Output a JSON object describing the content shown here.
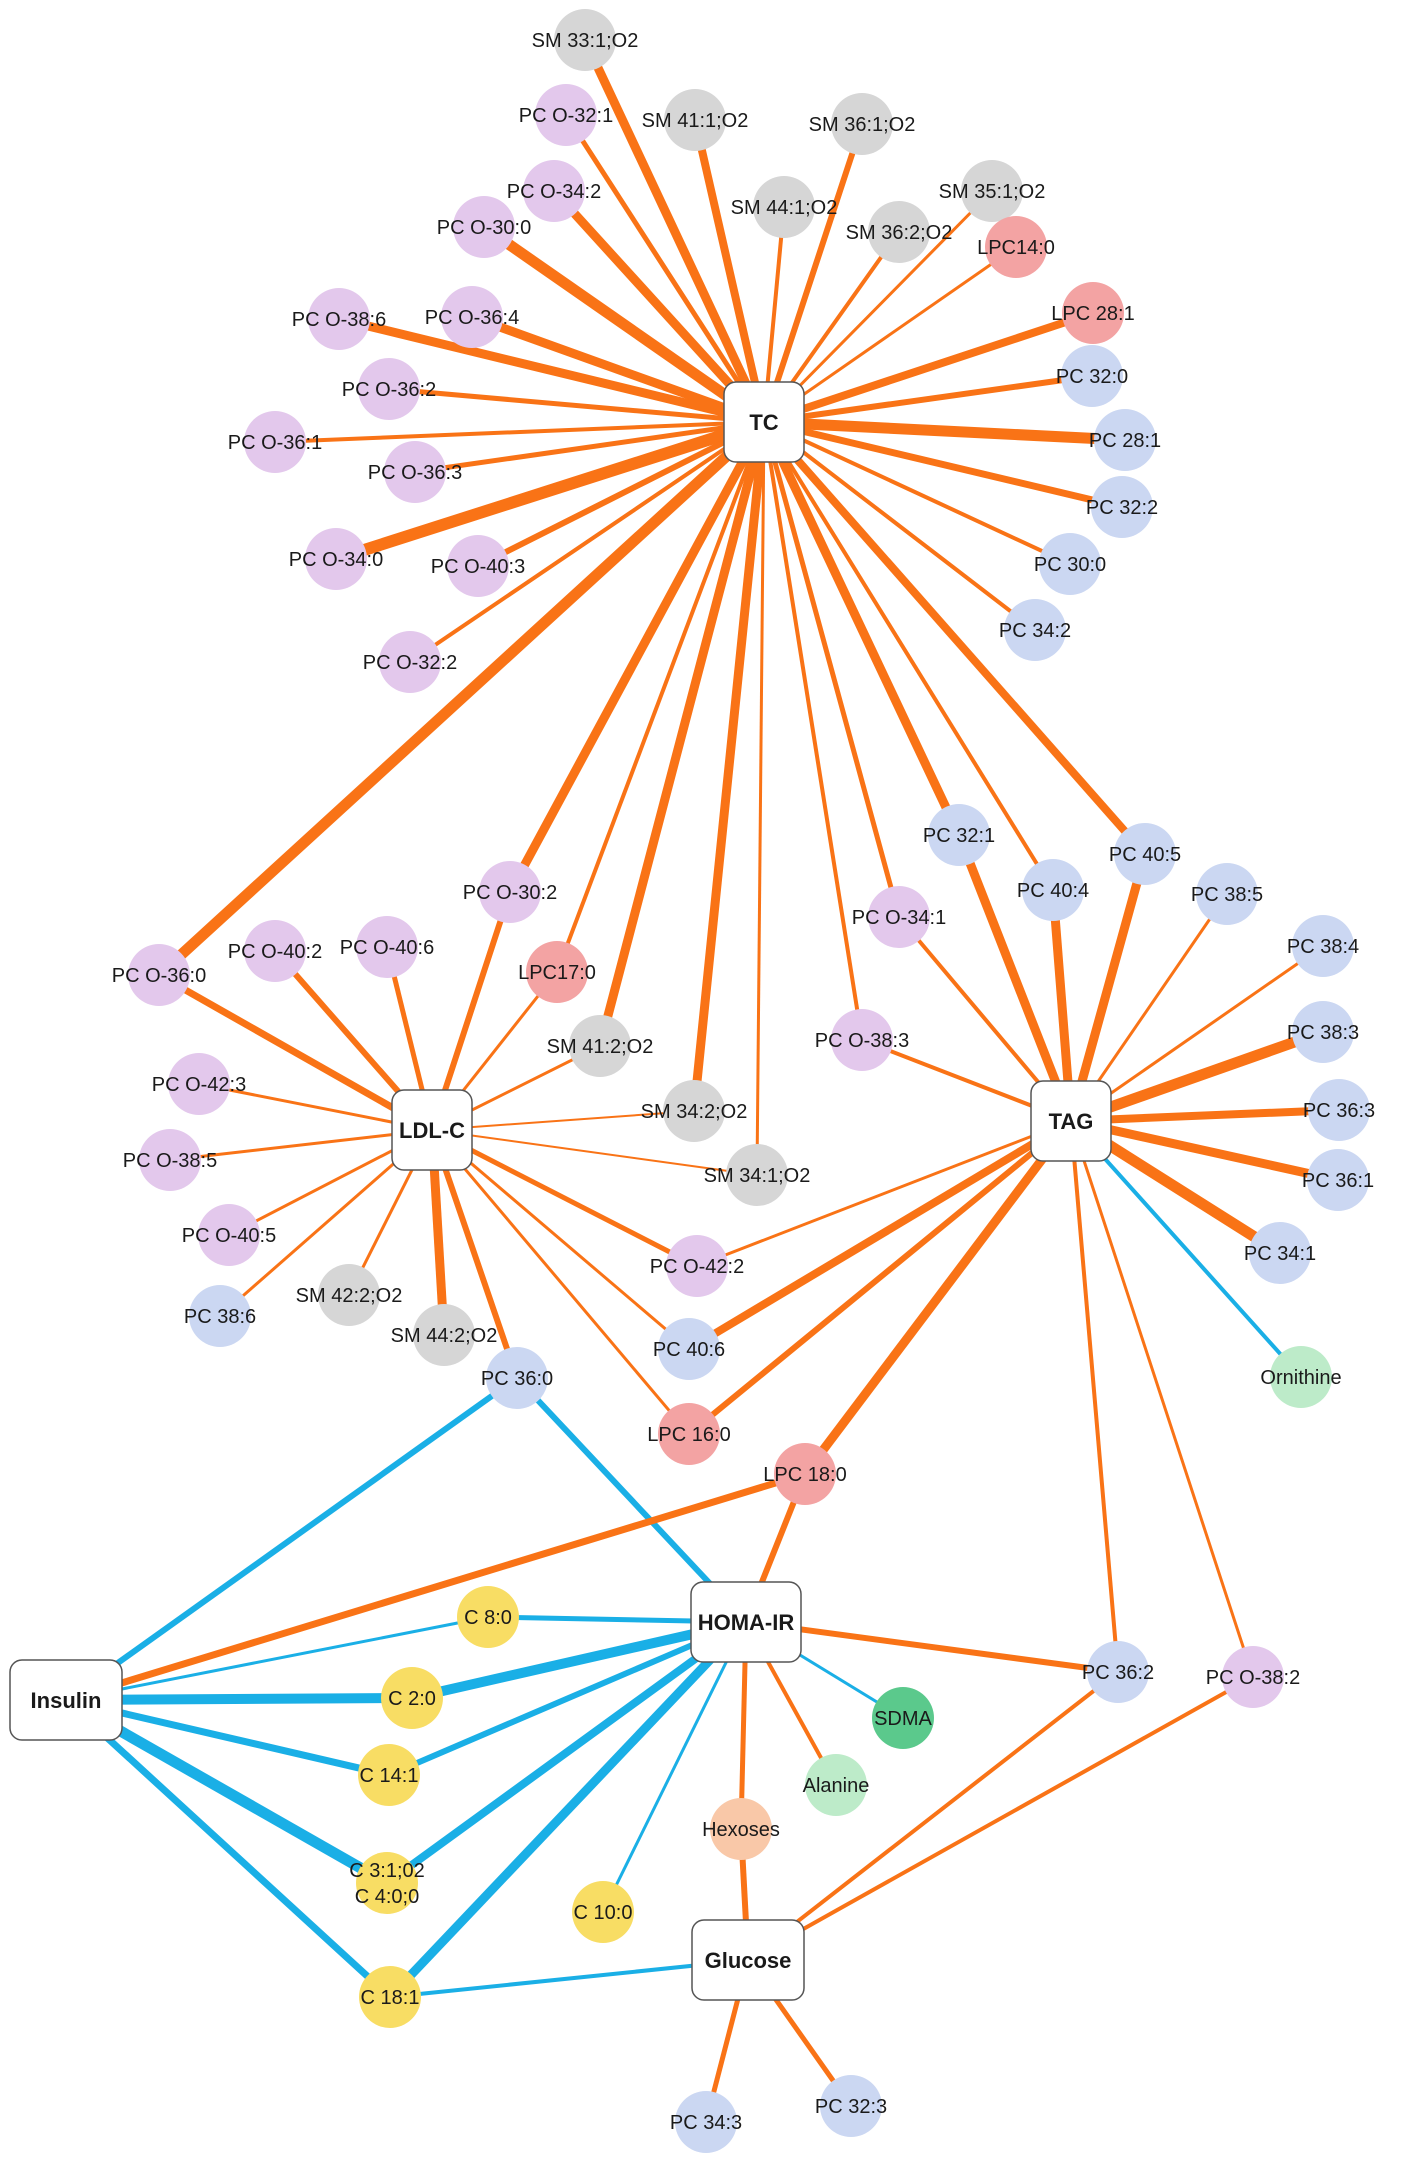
{
  "colors": {
    "positive_edge": "#F97316",
    "negative_edge": "#1AAFE6",
    "pc": "#CBD7F2",
    "pc_o": "#E3C8EC",
    "sm": "#D6D6D6",
    "lpc": "#F3A3A3",
    "acyl_carnitine": "#F8DD64",
    "amino_acid": "#BDEBC9",
    "sdma": "#5BC98C",
    "hexoses": "#F9C8A8",
    "hub_border": "#555555"
  },
  "hubs": [
    {
      "id": "TC",
      "label": "TC"
    },
    {
      "id": "LDLC",
      "label": "LDL-C"
    },
    {
      "id": "TAG",
      "label": "TAG"
    },
    {
      "id": "HOMAIR",
      "label": "HOMA-IR"
    },
    {
      "id": "Insulin",
      "label": "Insulin"
    },
    {
      "id": "Glucose",
      "label": "Glucose"
    }
  ],
  "nodes": [
    {
      "id": "sm33_1",
      "label": "SM 33:1;O2",
      "class": "sm"
    },
    {
      "id": "pco32_1",
      "label": "PC O-32:1",
      "class": "pc_o"
    },
    {
      "id": "sm41_1",
      "label": "SM 41:1;O2",
      "class": "sm"
    },
    {
      "id": "sm36_1",
      "label": "SM 36:1;O2",
      "class": "sm"
    },
    {
      "id": "pco34_2",
      "label": "PC O-34:2",
      "class": "pc_o"
    },
    {
      "id": "sm44_1",
      "label": "SM 44:1;O2",
      "class": "sm"
    },
    {
      "id": "sm35_1",
      "label": "SM 35:1;O2",
      "class": "sm"
    },
    {
      "id": "sm36_2",
      "label": "SM 36:2;O2",
      "class": "sm"
    },
    {
      "id": "pco30_0",
      "label": "PC O-30:0",
      "class": "pc_o"
    },
    {
      "id": "lpc14_0",
      "label": "LPC14:0",
      "class": "lpc"
    },
    {
      "id": "pco38_6",
      "label": "PC O-38:6",
      "class": "pc_o"
    },
    {
      "id": "pco36_4",
      "label": "PC O-36:4",
      "class": "pc_o"
    },
    {
      "id": "lpc28_1",
      "label": "LPC 28:1",
      "class": "lpc"
    },
    {
      "id": "pco36_2",
      "label": "PC O-36:2",
      "class": "pc_o"
    },
    {
      "id": "pc32_0",
      "label": "PC 32:0",
      "class": "pc"
    },
    {
      "id": "pco36_1",
      "label": "PC O-36:1",
      "class": "pc_o"
    },
    {
      "id": "pc28_1",
      "label": "PC 28:1",
      "class": "pc"
    },
    {
      "id": "pco36_3",
      "label": "PC O-36:3",
      "class": "pc_o"
    },
    {
      "id": "pc32_2",
      "label": "PC 32:2",
      "class": "pc"
    },
    {
      "id": "pco34_0",
      "label": "PC O-34:0",
      "class": "pc_o"
    },
    {
      "id": "pco40_3",
      "label": "PC O-40:3",
      "class": "pc_o"
    },
    {
      "id": "pc30_0",
      "label": "PC 30:0",
      "class": "pc"
    },
    {
      "id": "pc34_2",
      "label": "PC 34:2",
      "class": "pc"
    },
    {
      "id": "pco32_2",
      "label": "PC O-32:2",
      "class": "pc_o"
    },
    {
      "id": "pc32_1",
      "label": "PC 32:1",
      "class": "pc"
    },
    {
      "id": "pc40_5",
      "label": "PC 40:5",
      "class": "pc"
    },
    {
      "id": "pc40_4",
      "label": "PC 40:4",
      "class": "pc"
    },
    {
      "id": "pc38_5",
      "label": "PC 38:5",
      "class": "pc"
    },
    {
      "id": "pco30_2",
      "label": "PC O-30:2",
      "class": "pc_o"
    },
    {
      "id": "pco34_1",
      "label": "PC O-34:1",
      "class": "pc_o"
    },
    {
      "id": "pc38_4",
      "label": "PC 38:4",
      "class": "pc"
    },
    {
      "id": "pco40_2",
      "label": "PC O-40:2",
      "class": "pc_o"
    },
    {
      "id": "pco40_6",
      "label": "PC O-40:6",
      "class": "pc_o"
    },
    {
      "id": "pco36_0",
      "label": "PC O-36:0",
      "class": "pc_o"
    },
    {
      "id": "lpc17_0",
      "label": "LPC17:0",
      "class": "lpc"
    },
    {
      "id": "pc38_3",
      "label": "PC 38:3",
      "class": "pc"
    },
    {
      "id": "pco38_3",
      "label": "PC O-38:3",
      "class": "pc_o"
    },
    {
      "id": "sm41_2",
      "label": "SM 41:2;O2",
      "class": "sm"
    },
    {
      "id": "pco42_3",
      "label": "PC O-42:3",
      "class": "pc_o"
    },
    {
      "id": "pc36_3",
      "label": "PC 36:3",
      "class": "pc"
    },
    {
      "id": "sm34_2",
      "label": "SM 34:2;O2",
      "class": "sm"
    },
    {
      "id": "pco38_5",
      "label": "PC O-38:5",
      "class": "pc_o"
    },
    {
      "id": "pc36_1",
      "label": "PC 36:1",
      "class": "pc"
    },
    {
      "id": "sm34_1",
      "label": "SM 34:1;O2",
      "class": "sm"
    },
    {
      "id": "pco40_5",
      "label": "PC O-40:5",
      "class": "pc_o"
    },
    {
      "id": "pc34_1",
      "label": "PC 34:1",
      "class": "pc"
    },
    {
      "id": "pco42_2",
      "label": "PC O-42:2",
      "class": "pc_o"
    },
    {
      "id": "sm42_2",
      "label": "SM 42:2;O2",
      "class": "sm"
    },
    {
      "id": "pc38_6",
      "label": "PC 38:6",
      "class": "pc"
    },
    {
      "id": "sm44_2",
      "label": "SM 44:2;O2",
      "class": "sm"
    },
    {
      "id": "pc40_6",
      "label": "PC 40:6",
      "class": "pc"
    },
    {
      "id": "pc36_0",
      "label": "PC 36:0",
      "class": "pc"
    },
    {
      "id": "ornithine",
      "label": "Ornithine",
      "class": "amino_acid"
    },
    {
      "id": "lpc16_0",
      "label": "LPC 16:0",
      "class": "lpc"
    },
    {
      "id": "lpc18_0",
      "label": "LPC 18:0",
      "class": "lpc"
    },
    {
      "id": "c8_0",
      "label": "C 8:0",
      "class": "acyl_carnitine"
    },
    {
      "id": "pc36_2",
      "label": "PC 36:2",
      "class": "pc"
    },
    {
      "id": "pco38_2",
      "label": "PC O-38:2",
      "class": "pc_o"
    },
    {
      "id": "c2_0",
      "label": "C 2:0",
      "class": "acyl_carnitine"
    },
    {
      "id": "sdma",
      "label": "SDMA",
      "class": "sdma"
    },
    {
      "id": "c14_1",
      "label": "C 14:1",
      "class": "acyl_carnitine"
    },
    {
      "id": "alanine",
      "label": "Alanine",
      "class": "amino_acid"
    },
    {
      "id": "hexoses",
      "label": "Hexoses",
      "class": "hexoses"
    },
    {
      "id": "c3_1",
      "label": "C 3:1;02",
      "label2": "C 4:0;0",
      "class": "acyl_carnitine"
    },
    {
      "id": "c10_0",
      "label": "C 10:0",
      "class": "acyl_carnitine"
    },
    {
      "id": "c18_1",
      "label": "C 18:1",
      "class": "acyl_carnitine"
    },
    {
      "id": "pc34_3",
      "label": "PC 34:3",
      "class": "pc"
    },
    {
      "id": "pc32_3",
      "label": "PC 32:3",
      "class": "pc"
    }
  ],
  "edges": [
    {
      "from": "TC",
      "to": "sm33_1",
      "sign": "positive",
      "weight": 9
    },
    {
      "from": "TC",
      "to": "pco32_1",
      "sign": "positive",
      "weight": 5
    },
    {
      "from": "TC",
      "to": "sm41_1",
      "sign": "positive",
      "weight": 8
    },
    {
      "from": "TC",
      "to": "sm36_1",
      "sign": "positive",
      "weight": 6
    },
    {
      "from": "TC",
      "to": "pco34_2",
      "sign": "positive",
      "weight": 9
    },
    {
      "from": "TC",
      "to": "sm44_1",
      "sign": "positive",
      "weight": 4
    },
    {
      "from": "TC",
      "to": "sm35_1",
      "sign": "positive",
      "weight": 3
    },
    {
      "from": "TC",
      "to": "sm36_2",
      "sign": "positive",
      "weight": 4
    },
    {
      "from": "TC",
      "to": "pco30_0",
      "sign": "positive",
      "weight": 11
    },
    {
      "from": "TC",
      "to": "lpc14_0",
      "sign": "positive",
      "weight": 3
    },
    {
      "from": "TC",
      "to": "pco38_6",
      "sign": "positive",
      "weight": 9
    },
    {
      "from": "TC",
      "to": "pco36_4",
      "sign": "positive",
      "weight": 9
    },
    {
      "from": "TC",
      "to": "lpc28_1",
      "sign": "positive",
      "weight": 8
    },
    {
      "from": "TC",
      "to": "pco36_2",
      "sign": "positive",
      "weight": 5
    },
    {
      "from": "TC",
      "to": "pc32_0",
      "sign": "positive",
      "weight": 6
    },
    {
      "from": "TC",
      "to": "pco36_1",
      "sign": "positive",
      "weight": 4
    },
    {
      "from": "TC",
      "to": "pc28_1",
      "sign": "positive",
      "weight": 11
    },
    {
      "from": "TC",
      "to": "pco36_3",
      "sign": "positive",
      "weight": 5
    },
    {
      "from": "TC",
      "to": "pc32_2",
      "sign": "positive",
      "weight": 7
    },
    {
      "from": "TC",
      "to": "pco34_0",
      "sign": "positive",
      "weight": 12
    },
    {
      "from": "TC",
      "to": "pco40_3",
      "sign": "positive",
      "weight": 6
    },
    {
      "from": "TC",
      "to": "pc30_0",
      "sign": "positive",
      "weight": 4
    },
    {
      "from": "TC",
      "to": "pc34_2",
      "sign": "positive",
      "weight": 4
    },
    {
      "from": "TC",
      "to": "pco32_2",
      "sign": "positive",
      "weight": 4
    },
    {
      "from": "TC",
      "to": "pco36_0",
      "sign": "positive",
      "weight": 11
    },
    {
      "from": "TC",
      "to": "pco30_2",
      "sign": "positive",
      "weight": 9
    },
    {
      "from": "TC",
      "to": "lpc17_0",
      "sign": "positive",
      "weight": 4
    },
    {
      "from": "TC",
      "to": "sm41_2",
      "sign": "positive",
      "weight": 9
    },
    {
      "from": "TC",
      "to": "sm34_2",
      "sign": "positive",
      "weight": 9
    },
    {
      "from": "TC",
      "to": "sm34_1",
      "sign": "positive",
      "weight": 3
    },
    {
      "from": "TC",
      "to": "pco38_3",
      "sign": "positive",
      "weight": 4
    },
    {
      "from": "TC",
      "to": "pco34_1",
      "sign": "positive",
      "weight": 5
    },
    {
      "from": "TC",
      "to": "pc32_1",
      "sign": "positive",
      "weight": 9
    },
    {
      "from": "TC",
      "to": "pc40_4",
      "sign": "positive",
      "weight": 4
    },
    {
      "from": "TC",
      "to": "pc40_5",
      "sign": "positive",
      "weight": 8
    },
    {
      "from": "TAG",
      "to": "pc32_1",
      "sign": "positive",
      "weight": 9
    },
    {
      "from": "TAG",
      "to": "pc40_4",
      "sign": "positive",
      "weight": 9
    },
    {
      "from": "TAG",
      "to": "pc40_5",
      "sign": "positive",
      "weight": 9
    },
    {
      "from": "TAG",
      "to": "pco34_1",
      "sign": "positive",
      "weight": 4
    },
    {
      "from": "TAG",
      "to": "pc38_5",
      "sign": "positive",
      "weight": 3
    },
    {
      "from": "TAG",
      "to": "pc38_4",
      "sign": "positive",
      "weight": 3
    },
    {
      "from": "TAG",
      "to": "pc38_3",
      "sign": "positive",
      "weight": 11
    },
    {
      "from": "TAG",
      "to": "pc36_3",
      "sign": "positive",
      "weight": 8
    },
    {
      "from": "TAG",
      "to": "pc36_1",
      "sign": "positive",
      "weight": 9
    },
    {
      "from": "TAG",
      "to": "pc34_1",
      "sign": "positive",
      "weight": 11
    },
    {
      "from": "TAG",
      "to": "pco38_3",
      "sign": "positive",
      "weight": 4
    },
    {
      "from": "TAG",
      "to": "pco42_2",
      "sign": "positive",
      "weight": 3
    },
    {
      "from": "TAG",
      "to": "pc40_6",
      "sign": "positive",
      "weight": 8
    },
    {
      "from": "TAG",
      "to": "lpc16_0",
      "sign": "positive",
      "weight": 6
    },
    {
      "from": "TAG",
      "to": "lpc18_0",
      "sign": "positive",
      "weight": 9
    },
    {
      "from": "TAG",
      "to": "ornithine",
      "sign": "negative",
      "weight": 4
    },
    {
      "from": "TAG",
      "to": "pc36_2",
      "sign": "positive",
      "weight": 4
    },
    {
      "from": "TAG",
      "to": "pco38_2",
      "sign": "positive",
      "weight": 3
    },
    {
      "from": "LDLC",
      "to": "pco36_0",
      "sign": "positive",
      "weight": 7
    },
    {
      "from": "LDLC",
      "to": "pco40_2",
      "sign": "positive",
      "weight": 6
    },
    {
      "from": "LDLC",
      "to": "pco40_6",
      "sign": "positive",
      "weight": 5
    },
    {
      "from": "LDLC",
      "to": "pco30_2",
      "sign": "positive",
      "weight": 6
    },
    {
      "from": "LDLC",
      "to": "lpc17_0",
      "sign": "positive",
      "weight": 3
    },
    {
      "from": "LDLC",
      "to": "sm41_2",
      "sign": "positive",
      "weight": 3
    },
    {
      "from": "LDLC",
      "to": "sm34_2",
      "sign": "positive",
      "weight": 2
    },
    {
      "from": "LDLC",
      "to": "sm34_1",
      "sign": "positive",
      "weight": 2
    },
    {
      "from": "LDLC",
      "to": "pco42_3",
      "sign": "positive",
      "weight": 3
    },
    {
      "from": "LDLC",
      "to": "pco38_5",
      "sign": "positive",
      "weight": 3
    },
    {
      "from": "LDLC",
      "to": "pco40_5",
      "sign": "positive",
      "weight": 3
    },
    {
      "from": "LDLC",
      "to": "pc38_6",
      "sign": "positive",
      "weight": 3
    },
    {
      "from": "LDLC",
      "to": "sm42_2",
      "sign": "positive",
      "weight": 3
    },
    {
      "from": "LDLC",
      "to": "sm44_2",
      "sign": "positive",
      "weight": 9
    },
    {
      "from": "LDLC",
      "to": "pc36_0",
      "sign": "positive",
      "weight": 6
    },
    {
      "from": "LDLC",
      "to": "pco42_2",
      "sign": "positive",
      "weight": 5
    },
    {
      "from": "LDLC",
      "to": "pc40_6",
      "sign": "positive",
      "weight": 3
    },
    {
      "from": "LDLC",
      "to": "lpc16_0",
      "sign": "positive",
      "weight": 3
    },
    {
      "from": "HOMAIR",
      "to": "pc36_0",
      "sign": "negative",
      "weight": 6
    },
    {
      "from": "HOMAIR",
      "to": "lpc18_0",
      "sign": "positive",
      "weight": 6
    },
    {
      "from": "HOMAIR",
      "to": "c8_0",
      "sign": "negative",
      "weight": 5
    },
    {
      "from": "HOMAIR",
      "to": "c2_0",
      "sign": "negative",
      "weight": 10
    },
    {
      "from": "HOMAIR",
      "to": "c14_1",
      "sign": "negative",
      "weight": 6
    },
    {
      "from": "HOMAIR",
      "to": "c3_1",
      "sign": "negative",
      "weight": 8
    },
    {
      "from": "HOMAIR",
      "to": "c10_0",
      "sign": "negative",
      "weight": 3
    },
    {
      "from": "HOMAIR",
      "to": "c18_1",
      "sign": "negative",
      "weight": 9
    },
    {
      "from": "HOMAIR",
      "to": "sdma",
      "sign": "negative",
      "weight": 3
    },
    {
      "from": "HOMAIR",
      "to": "alanine",
      "sign": "positive",
      "weight": 4
    },
    {
      "from": "HOMAIR",
      "to": "hexoses",
      "sign": "positive",
      "weight": 5
    },
    {
      "from": "HOMAIR",
      "to": "pc36_2",
      "sign": "positive",
      "weight": 6
    },
    {
      "from": "Insulin",
      "to": "pc36_0",
      "sign": "negative",
      "weight": 6
    },
    {
      "from": "Insulin",
      "to": "lpc18_0",
      "sign": "positive",
      "weight": 7
    },
    {
      "from": "Insulin",
      "to": "c8_0",
      "sign": "negative",
      "weight": 3
    },
    {
      "from": "Insulin",
      "to": "c2_0",
      "sign": "negative",
      "weight": 10
    },
    {
      "from": "Insulin",
      "to": "c14_1",
      "sign": "negative",
      "weight": 7
    },
    {
      "from": "Insulin",
      "to": "c3_1",
      "sign": "negative",
      "weight": 11
    },
    {
      "from": "Insulin",
      "to": "c18_1",
      "sign": "negative",
      "weight": 7
    },
    {
      "from": "Glucose",
      "to": "hexoses",
      "sign": "positive",
      "weight": 6
    },
    {
      "from": "Glucose",
      "to": "c18_1",
      "sign": "negative",
      "weight": 4
    },
    {
      "from": "Glucose",
      "to": "pc36_2",
      "sign": "positive",
      "weight": 4
    },
    {
      "from": "Glucose",
      "to": "pco38_2",
      "sign": "positive",
      "weight": 4
    },
    {
      "from": "Glucose",
      "to": "pc34_3",
      "sign": "positive",
      "weight": 5
    },
    {
      "from": "Glucose",
      "to": "pc32_3",
      "sign": "positive",
      "weight": 5
    }
  ]
}
